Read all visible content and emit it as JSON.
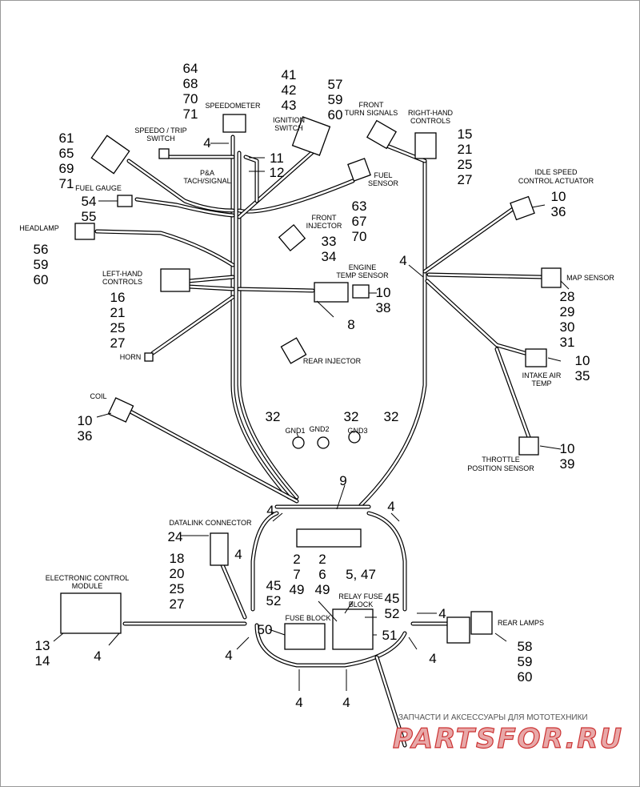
{
  "title_labels": {
    "speedometer": "SPEEDOMETER",
    "speedo_trip": [
      "SPEEDO / TRIP",
      "SWITCH"
    ],
    "ignition": [
      "IGNITION",
      "SWITCH"
    ],
    "front_turn": [
      "FRONT",
      "TURN SIGNALS"
    ],
    "right_hand": [
      "RIGHT-HAND",
      "CONTROLS"
    ],
    "pa_tach": [
      "P&A",
      "TACH/SIGNAL"
    ],
    "fuel_sensor": [
      "FUEL",
      "SENSOR"
    ],
    "fuel_gauge": "FUEL GAUGE",
    "headlamp": "HEADLAMP",
    "front_injector": [
      "FRONT",
      "INJECTOR"
    ],
    "idle_speed": [
      "IDLE SPEED",
      "CONTROL ACTUATOR"
    ],
    "engine_temp": [
      "ENGINE",
      "TEMP SENSOR"
    ],
    "left_hand": [
      "LEFT-HAND",
      "CONTROLS"
    ],
    "map_sensor": "MAP SENSOR",
    "horn": "HORN",
    "rear_injector": "REAR INJECTOR",
    "intake_air": [
      "INTAKE AIR",
      "TEMP"
    ],
    "coil": "COIL",
    "throttle": [
      "THROTTLE",
      "POSITION SENSOR"
    ],
    "gnd1": "GND1",
    "gnd2": "GND2",
    "gnd3": "GND3",
    "datalink": "DATALINK CONNECTOR",
    "ecm": [
      "ELECTRONIC CONTROL",
      "MODULE"
    ],
    "relay_fuse": [
      "RELAY FUSE",
      "BLOCK"
    ],
    "fuse_block": "FUSE BLOCK",
    "rear_lamps": "REAR LAMPS"
  },
  "callouts": {
    "speedometer": [
      "64",
      "68",
      "70",
      "71"
    ],
    "ignition": [
      "41",
      "42",
      "43"
    ],
    "front_turn": [
      "57",
      "59",
      "60"
    ],
    "right_hand": [
      "15",
      "21",
      "25",
      "27"
    ],
    "speedo_4": "4",
    "n11": "11",
    "n12": "12",
    "left_top": [
      "61",
      "65",
      "69",
      "71"
    ],
    "fuel_gauge": [
      "54",
      "55"
    ],
    "fuel_sensor": [
      "63",
      "67",
      "70"
    ],
    "idle_speed": [
      "10",
      "36"
    ],
    "headlamp": [
      "56",
      "59",
      "60"
    ],
    "front_injector": [
      "33",
      "34"
    ],
    "right_4": "4",
    "engine_temp": [
      "10",
      "38"
    ],
    "n8": "8",
    "map_sensor": [
      "28",
      "29",
      "30",
      "31"
    ],
    "left_hand": [
      "16",
      "21",
      "25",
      "27"
    ],
    "intake_air": [
      "10",
      "35"
    ],
    "coil": [
      "10",
      "36"
    ],
    "gnd1": "32",
    "gnd2": "32",
    "gnd3": "32",
    "throttle": [
      "10",
      "39"
    ],
    "n9": "9",
    "main_4_left": "4",
    "main_4_right": "4",
    "datalink": "24",
    "datalink_stack": [
      "18",
      "20",
      "25",
      "27"
    ],
    "datalink_4": "4",
    "col_a": [
      "2",
      "7",
      "49"
    ],
    "col_b": [
      "2",
      "6",
      "49"
    ],
    "n5_47": "5, 47",
    "left_45_52": [
      "45",
      "52"
    ],
    "right_45_52": [
      "45",
      "52"
    ],
    "right_4b": "4",
    "n50": "50",
    "n51": "51",
    "ecm": [
      "13",
      "14"
    ],
    "ecm_4": "4",
    "lower_left_4": "4",
    "lower_right_4": "4",
    "bottom_4a": "4",
    "bottom_4b": "4",
    "rear_lamps": [
      "58",
      "59",
      "60"
    ]
  },
  "watermark": {
    "tagline": "ЗАПЧАСТИ И АКСЕССУАРЫ ДЛЯ МОТОТЕХНИКИ",
    "logo": "PARTSFOR.RU"
  }
}
